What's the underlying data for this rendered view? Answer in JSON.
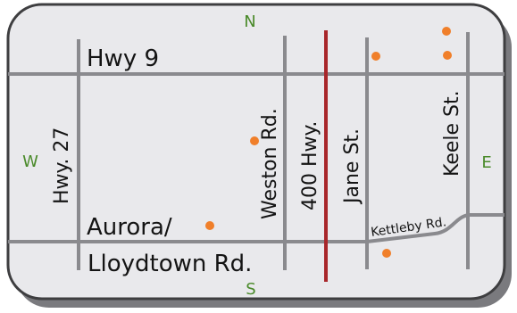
{
  "compass": {
    "north": "N",
    "south": "S",
    "west": "W",
    "east": "E"
  },
  "roads": {
    "hwy9": "Hwy 9",
    "hwy27": "Hwy. 27",
    "weston": "Weston Rd.",
    "hwy400": "400 Hwy.",
    "jane": "Jane St.",
    "keele": "Keele St.",
    "kettleby": "Kettleby Rd.",
    "aurora_line1": "Aurora/",
    "aurora_line2": "Lloydtown Rd."
  },
  "colors": {
    "road": "#8a8a8e",
    "highway_400": "#a8262a",
    "poi": "#f07f2a",
    "compass": "#4a8a2a",
    "frame_fill": "#e9e9ec",
    "frame_stroke": "#444444"
  }
}
